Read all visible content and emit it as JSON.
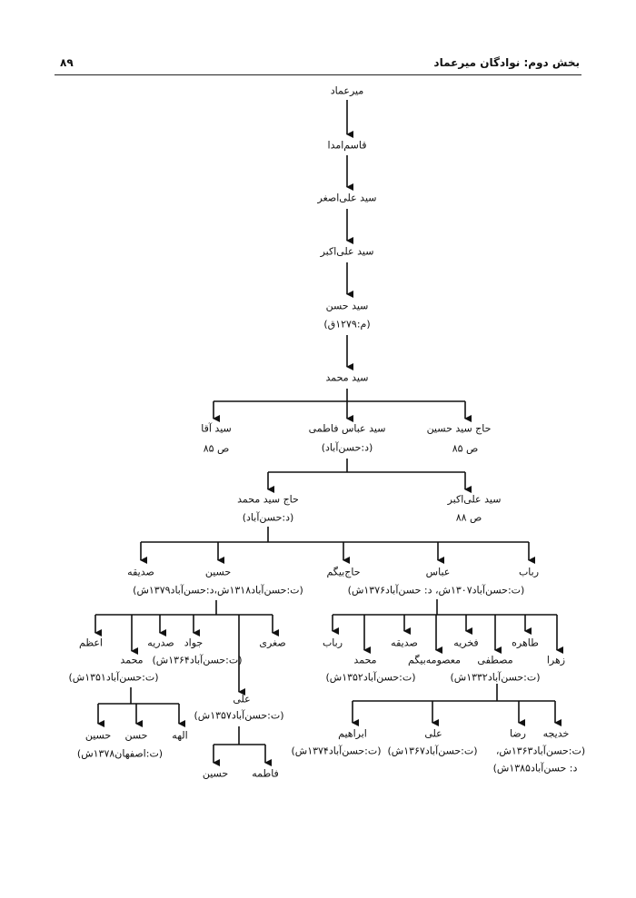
{
  "header": {
    "title": "بخش دوم: نوادگان میرعماد",
    "page_number": "۸۹"
  },
  "lineage": [
    {
      "name": "میرعماد"
    },
    {
      "name": "قاسم‌امدا"
    },
    {
      "name": "سید علی‌اصغر"
    },
    {
      "name": "سید علی‌اکبر"
    },
    {
      "name": "سید حسن",
      "note": "(م:۱۲۷۹ق)"
    },
    {
      "name": "سید محمد"
    }
  ],
  "gen2": [
    {
      "name": "سید آقا",
      "note": "ص ۸۵"
    },
    {
      "name": "سید عباس فاطمی",
      "note": "(د:حسن‌آباد)"
    },
    {
      "name": "حاج سید حسین",
      "note": "ص ۸۵"
    }
  ],
  "gen3": [
    {
      "name": "حاج سید محمد",
      "note": "(د:حسن‌آباد)"
    },
    {
      "name": "سید علی‌اکبر",
      "note": "ص ۸۸"
    }
  ],
  "gen4": [
    {
      "name": "صدیقه"
    },
    {
      "name": "حسین",
      "note": "(ت:حسن‌آباد۱۳۱۸ش،د:حسن‌آباد۱۳۷۹ش)"
    },
    {
      "name": "حاج‌بیگم"
    },
    {
      "name": "عباس",
      "note": "(ت:حسن‌آباد۱۳۰۷ش، د: حسن‌آباد۱۳۷۶ش)"
    },
    {
      "name": "رباب"
    }
  ],
  "hossein_children": [
    {
      "name": "اعظم"
    },
    {
      "name": "محمد",
      "note": "(ت:حسن‌آباد۱۳۵۱ش)"
    },
    {
      "name": "صدریه"
    },
    {
      "name": "جواد",
      "note": "(ت:حسن‌آباد۱۳۶۴ش)"
    },
    {
      "name": "علی",
      "note": "(ت:حسن‌آباد۱۳۵۷ش)"
    },
    {
      "name": "صغری"
    }
  ],
  "mohammad_children": [
    {
      "name": "حسین"
    },
    {
      "name": "حسن",
      "note": "(ت:اصفهان۱۳۷۸ش)"
    },
    {
      "name": "الهه"
    }
  ],
  "ali_children": [
    {
      "name": "حسین"
    },
    {
      "name": "فاطمه"
    }
  ],
  "abbas_children": [
    {
      "name": "رباب"
    },
    {
      "name": "محمد",
      "note": "(ت:حسن‌آباد۱۳۵۲ش)"
    },
    {
      "name": "صدیقه"
    },
    {
      "name": "معصومه‌بیگم"
    },
    {
      "name": "فخریه"
    },
    {
      "name": "مصطفی",
      "note": "(ت:حسن‌آباد۱۳۳۲ش)"
    },
    {
      "name": "طاهره"
    },
    {
      "name": "زهرا"
    }
  ],
  "mostafa_children": [
    {
      "name": "ابراهیم",
      "note": "(ت:حسن‌آباد۱۳۷۴ش)"
    },
    {
      "name": "علی",
      "note": "(ت:حسن‌آباد۱۳۶۷ش)"
    },
    {
      "name": "رضا",
      "note": "(ت:حسن‌آباد۱۳۶۳ش،",
      "note2": "د: حسن‌آباد۱۳۸۵ش)"
    },
    {
      "name": "خدیجه"
    }
  ]
}
